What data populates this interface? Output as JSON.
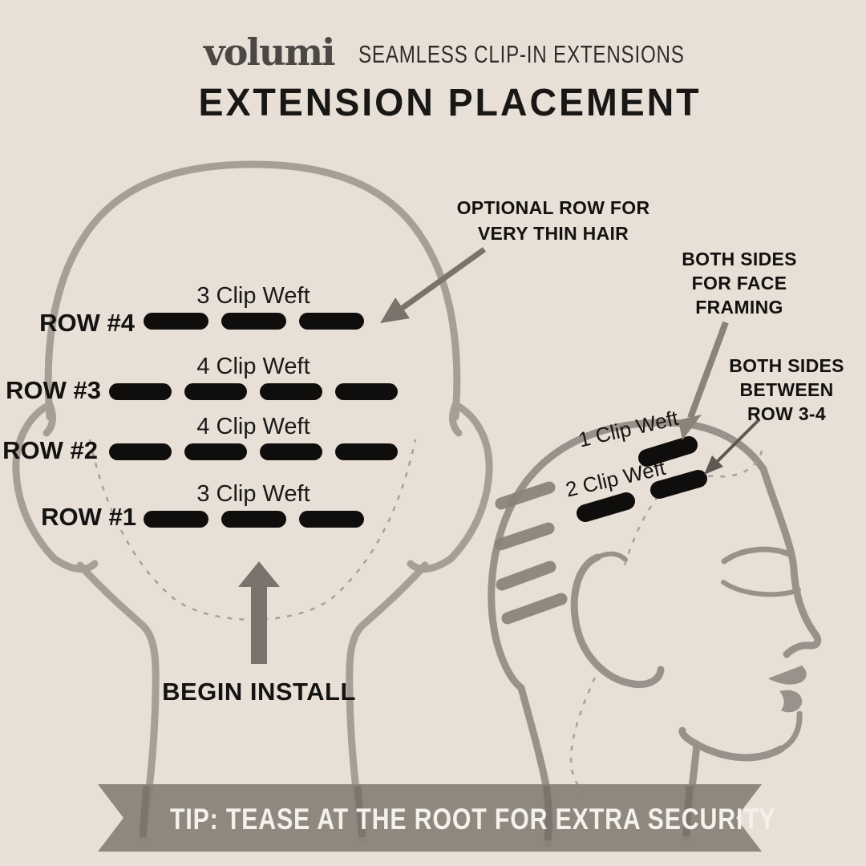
{
  "header": {
    "logo": "volumi",
    "subtitle": "SEAMLESS CLIP-IN EXTENSIONS",
    "title": "EXTENSION PLACEMENT"
  },
  "left_diagram": {
    "rows": [
      {
        "row_label": "ROW #4",
        "weft_label": "3 Clip Weft",
        "clips": 3
      },
      {
        "row_label": "ROW #3",
        "weft_label": "4 Clip Weft",
        "clips": 4
      },
      {
        "row_label": "ROW #2",
        "weft_label": "4 Clip Weft",
        "clips": 4
      },
      {
        "row_label": "ROW #1",
        "weft_label": "3 Clip Weft",
        "clips": 3
      }
    ],
    "begin_label": "BEGIN INSTALL"
  },
  "annotations": {
    "optional_row": "OPTIONAL ROW FOR\nVERY THIN HAIR",
    "face_framing": "BOTH SIDES\nFOR FACE\nFRAMING",
    "between_rows": "BOTH SIDES\nBETWEEN\nROW 3-4"
  },
  "right_diagram": {
    "clip1_label": "1 Clip Weft",
    "clip1_count": 1,
    "clip2_label": "2 Clip Weft",
    "clip2_count": 2,
    "side_section_bars": 4
  },
  "ribbon": {
    "tip": "TIP: TEASE AT THE ROOT FOR EXTRA SECURITY"
  },
  "colors": {
    "background": "#e8e0d7",
    "outline_gray": "#a79f96",
    "profile_gray": "#9a928a",
    "bar_black": "#0f0e0c",
    "section_bar_gray": "#8a8278",
    "arrow_gray": "#7a736b",
    "ribbon_gray": "#8a837a",
    "text_black": "#141311",
    "ribbon_text": "#f4f0ea"
  }
}
